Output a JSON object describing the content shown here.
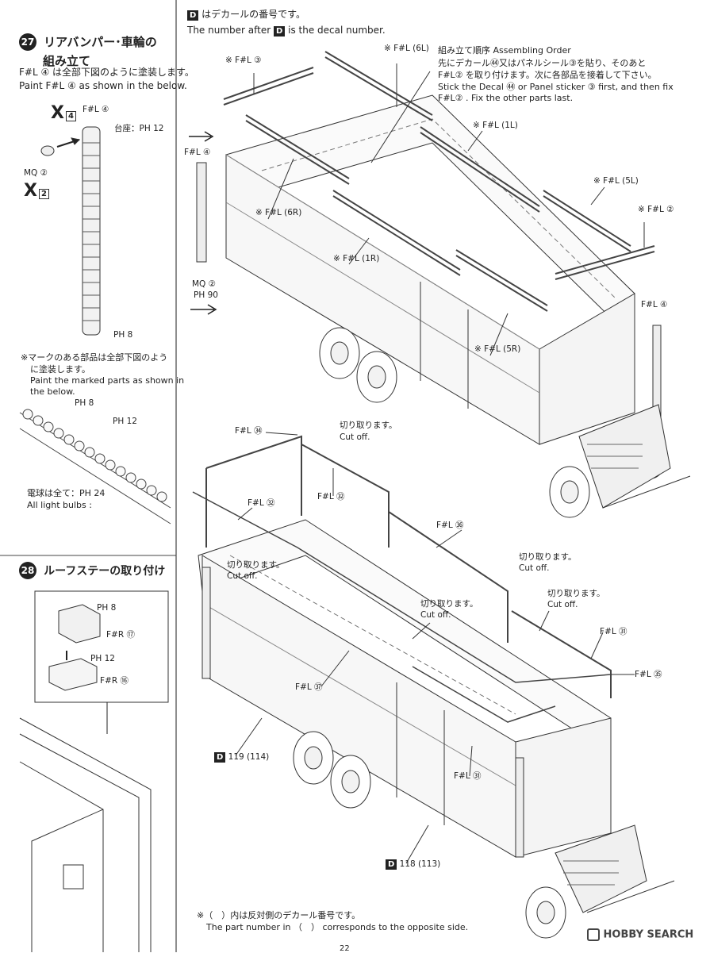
{
  "header": {
    "decal_jp": "はデカールの番号です。",
    "decal_en_pre": "The number after",
    "decal_en_post": "is the decal number.",
    "d_symbol": "D"
  },
  "step27": {
    "number": "27",
    "title_line1": "リアバンパー･車輪の",
    "title_line2": "組み立て",
    "note_jp": "F#L ④ は全部下図のように塗装します。",
    "note_en": "Paint F#L ④ as shown in the below.",
    "part_fl4": "F#L ④",
    "x_mark_1": "X",
    "x_num_1": "4",
    "daiza": "台座：PH 12",
    "mq2": "MQ ②",
    "x_mark_2": "X",
    "x_num_2": "2",
    "ph8": "PH 8"
  },
  "marked_note": {
    "jp1": "※マークのある部品は全部下図のよう",
    "jp2": "に塗装します。",
    "en1": "Paint the marked parts as shown in",
    "en2": "the below.",
    "ph8": "PH 8",
    "ph12": "PH 12",
    "bulb_jp": "電球は全て：PH 24",
    "bulb_en": "All light bulbs :"
  },
  "step28": {
    "number": "28",
    "title": "ルーフステーの取り付け",
    "ph8": "PH 8",
    "fr17": "F#R ⑰",
    "ph12": "PH 12",
    "fr16": "F#R ⑯"
  },
  "assembly_order": {
    "title": "組み立て順序 Assembling Order",
    "jp1": "先にデカール㊹又はパネルシール③を貼り、そのあと",
    "jp2": "F#L② を取り付けます。次に各部品を接着して下さい。",
    "en1": "Stick the Decal ㊹ or Panel sticker ③ first, and then fix",
    "en2": "F#L② . Fix the other parts last."
  },
  "top_labels": {
    "fl3": "※ F#L ③",
    "fl6l": "※ F#L (6L)",
    "fl1l": "※ F#L (1L)",
    "fl5l": "※ F#L (5L)",
    "fl2": "※ F#L ②",
    "fl4_left": "F#L ④",
    "fl6r": "※ F#L (6R)",
    "fl1r": "※ F#L (1R)",
    "mq2": "MQ ②",
    "ph90": "PH 90",
    "fl4_right": "F#L ④",
    "fl5r": "※ F#L (5R)"
  },
  "bottom_labels": {
    "fl34": "F#L ㉞",
    "cut_jp": "切り取ります。",
    "cut_en": "Cut off.",
    "fl32_a": "F#L ㉜",
    "fl32_b": "F#L ㉜",
    "fl36": "F#L ㊱",
    "fl31_a": "F#L ㉛",
    "fl35": "F#L ㉟",
    "fl37": "F#L ㊲",
    "fl31_b": "F#L ㉛",
    "d119": "119 (114)",
    "d118": "118 (113)"
  },
  "footer": {
    "jp": "※（　）内は反対側のデカール番号です。",
    "en": "The part number in （　） corresponds to the opposite side.",
    "brand": "HOBBY SEARCH",
    "page": "22"
  }
}
